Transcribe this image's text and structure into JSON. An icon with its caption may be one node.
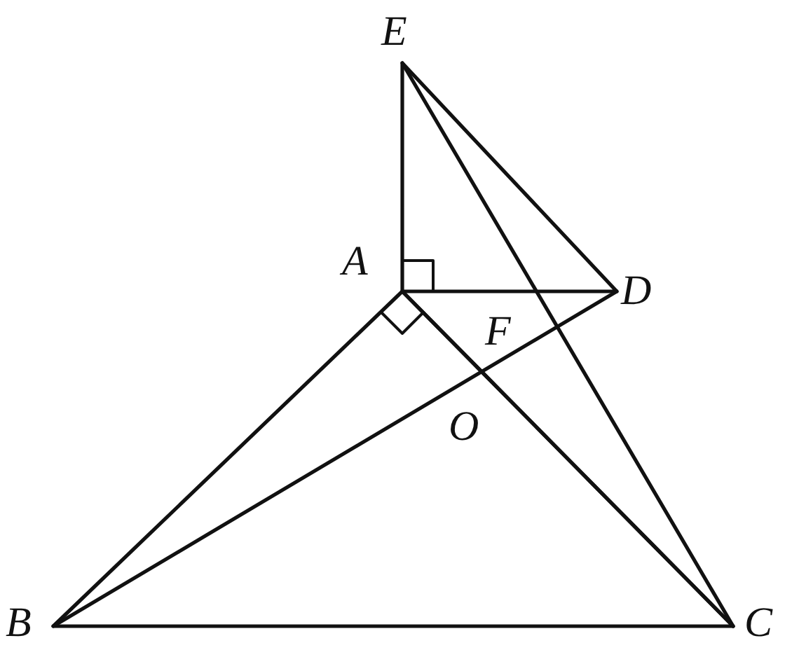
{
  "diagram": {
    "labels": [
      "E",
      "A",
      "D",
      "F",
      "O",
      "B",
      "C"
    ]
  }
}
